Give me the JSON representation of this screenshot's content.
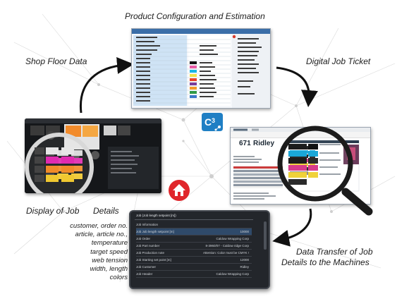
{
  "labels": {
    "product_config": "Product Configuration and Estimation",
    "shop_floor": "Shop Floor Data",
    "digital_ticket": "Digital Job Ticket",
    "display_job": "Display of Job",
    "details": "Details",
    "transfer_line1": "Data Transfer of Job",
    "transfer_line2": "Details to the Machines"
  },
  "job_details_list": [
    "customer, order no.",
    "article, article no.,",
    "temperature",
    "target speed",
    "web tension",
    "width, length",
    "colors"
  ],
  "ticket": {
    "number": "671",
    "name": "Ridley"
  },
  "icons": {
    "center": "c3-logo-icon",
    "home": "home-icon",
    "magnifier": "magnifying-glass-icon"
  },
  "colors": {
    "logo_blue": "#1f7fc4",
    "home_red": "#e0262b",
    "arrow": "#111111"
  },
  "bottom_window": {
    "title": "Job (Job length setpoint [m])",
    "rows": [
      {
        "label": "Job Information",
        "value": ""
      },
      {
        "label": "Job Job length setpoint [m]",
        "value": "10000"
      },
      {
        "label": "Job Order",
        "value": "Caldow Wrapping Corp"
      },
      {
        "label": "Job Part number",
        "value": "8-3960/07 - Caldow ridge Corp"
      },
      {
        "label": "Job Production note",
        "value": "Attention: Color must be CMYK !"
      },
      {
        "label": "Job Starting set point [m]",
        "value": "12000"
      },
      {
        "label": "Job Customer",
        "value": "Ridley"
      },
      {
        "label": "Job Header",
        "value": "Caldow Wrapping Corp"
      }
    ]
  }
}
